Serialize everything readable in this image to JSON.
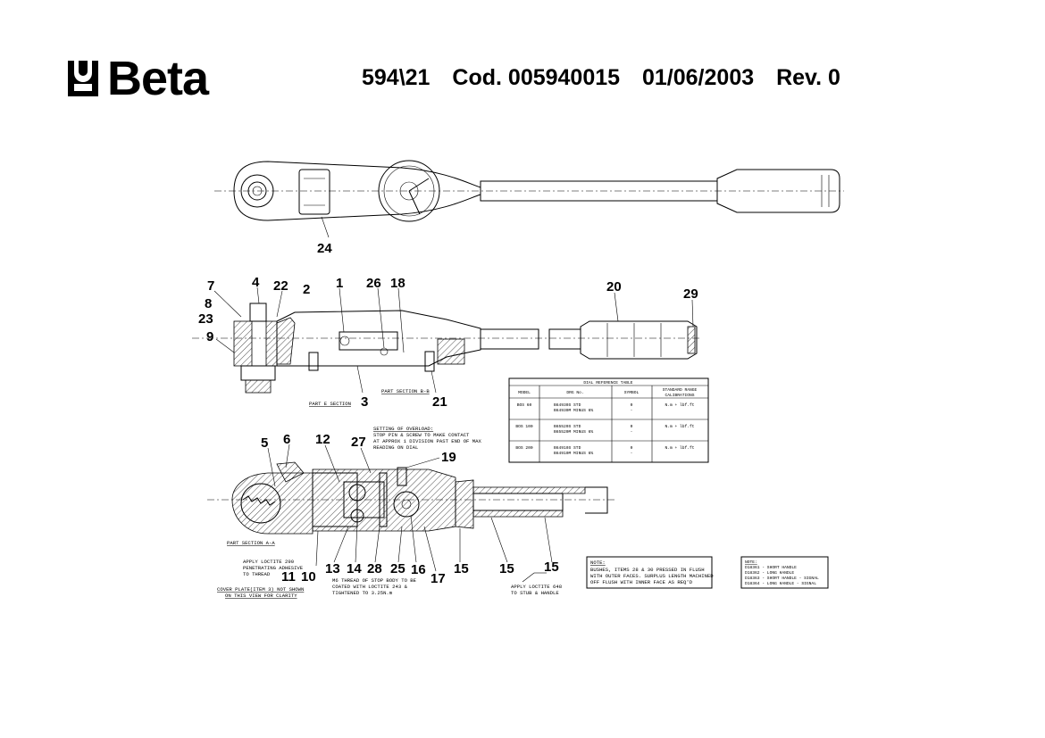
{
  "header": {
    "brand": "Beta",
    "model": "594\\21",
    "code": "Cod. 005940015",
    "date": "01/06/2003",
    "revision": "Rev. 0"
  },
  "callouts": {
    "c24": "24",
    "c7": "7",
    "c4": "4",
    "c22": "22",
    "c2": "2",
    "c1": "1",
    "c26": "26",
    "c18": "18",
    "c20": "20",
    "c29": "29",
    "c8": "8",
    "c23": "23",
    "c9": "9",
    "c3": "3",
    "c21": "21",
    "c5": "5",
    "c6": "6",
    "c12": "12",
    "c27": "27",
    "c19": "19",
    "c11": "11",
    "c10": "10",
    "c13": "13",
    "c14": "14",
    "c28": "28",
    "c25": "25",
    "c16": "16",
    "c17": "17",
    "c15a": "15",
    "c15b": "15",
    "c15c": "15"
  },
  "labels": {
    "part_section_e": "PART E SECTION",
    "part_section_bb": "PART SECTION B-B",
    "part_section_aa": "PART SECTION A-A",
    "overload_1": "SETTING OF OVERLOAD:",
    "overload_2": "STOP PIN & SCREW TO MAKE CONTACT",
    "overload_3": "AT APPROX 1 DIVISION PAST END OF MAX",
    "overload_4": "READING ON DIAL",
    "loctite290_1": "APPLY LOCTITE 290",
    "loctite290_2": "PENETRATING ADHESIVE",
    "loctite290_3": "TO THREAD",
    "cover_1": "COVER PLATE(ITEM 3) NOT SHOWN",
    "cover_2": "ON THIS VIEW FOR CLARITY",
    "m6_1": "M6 THREAD OF STOP BODY TO BE",
    "m6_2": "COATED WITH LOCTITE 243 &",
    "m6_3": "TIGHTENED TO 3.25N.m",
    "loctite648_1": "APPLY LOCTITE 648",
    "loctite648_2": "TO STUB & HANDLE"
  },
  "dial_table": {
    "title": "DIAL REFERENCE TABLE",
    "headers": [
      "MODEL",
      "DRG No.",
      "SYMBOL",
      "STANDARD RANGE",
      "CALIBRATIONS"
    ],
    "rows": [
      {
        "model": "BOS 60",
        "drg1": "B64930S STD",
        "drg2": "B64930M MINUS 6%",
        "sym1": "0",
        "sym2": "-",
        "cal": "N.m + lbf.ft"
      },
      {
        "model": "BOS 100",
        "drg1": "B65520S STD",
        "drg2": "B65520M MINUS 6%",
        "sym1": "0",
        "sym2": "-",
        "cal": "N.m + lbf.ft"
      },
      {
        "model": "BOS 200",
        "drg1": "B64910S STD",
        "drg2": "B64910M MINUS 6%",
        "sym1": "0",
        "sym2": "-",
        "cal": "N.m + lbf.ft"
      }
    ]
  },
  "note1": {
    "title": "NOTE:",
    "line1": "BUSHES, ITEMS 28 & 30 PRESSED IN FLUSH",
    "line2": "WITH OUTER FACES. SURPLUS LENGTH MACHINED",
    "line3": "OFF FLUSH WITH INNER FACE AS REQ'D"
  },
  "note2": {
    "title": "NOTE:",
    "line1": "D18361 - SHORT HANDLE",
    "line2": "D18362 - LONG HANDLE",
    "line3": "D18363 - SHORT HANDLE - SIGNAL",
    "line4": "D18364 - LONG HANDLE - SIGNAL"
  }
}
